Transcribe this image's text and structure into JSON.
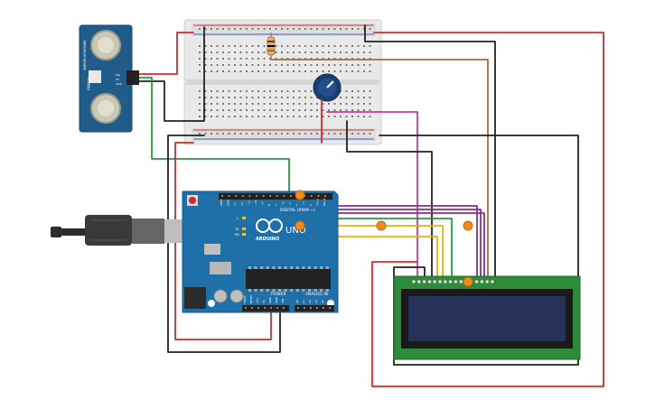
{
  "sensor": {
    "model": "PING))",
    "side_text": "SENSOR ULTRASONIC",
    "pins": [
      "SIG",
      "5V",
      "GND"
    ],
    "board_color": "#1f5c8a",
    "transducer_color": "#c8c8b4"
  },
  "arduino": {
    "brand": "ARDUINO",
    "model": "UNO",
    "label_digital": "DIGITAL (PWM ~)",
    "label_power": "POWER",
    "label_analog": "ANALOG IN",
    "led_labels": [
      "L",
      "TX",
      "RX"
    ],
    "top_header_labels": [
      "AREF",
      "GND",
      "13",
      "12",
      "~11",
      "~10",
      "~9",
      "8",
      "7",
      "~6",
      "~5",
      "4",
      "~3",
      "2",
      "TX→1",
      "RX←0"
    ],
    "power_header_labels": [
      "IOREF",
      "RESET",
      "3V3",
      "5V",
      "GND",
      "GND",
      "VIN"
    ],
    "analog_header_labels": [
      "A0",
      "A1",
      "A2",
      "A3",
      "A4",
      "A5"
    ],
    "board_color": "#1f6fa8"
  },
  "lcd": {
    "screen_color": "#26325a",
    "pcb_color": "#2e8b3a"
  },
  "colors": {
    "wire_red": "#d42a2a",
    "wire_black": "#222222",
    "wire_green": "#2a9a3a",
    "wire_purple": "#8a2a9a",
    "wire_yellow": "#e6b400",
    "wire_brown": "#a0703a",
    "wire_pink": "#c04090",
    "joint_orange": "#f08c1e"
  },
  "icons": {
    "usb_cable": "usb-cable-icon",
    "potentiometer": "potentiometer-icon",
    "resistor": "resistor-icon"
  }
}
